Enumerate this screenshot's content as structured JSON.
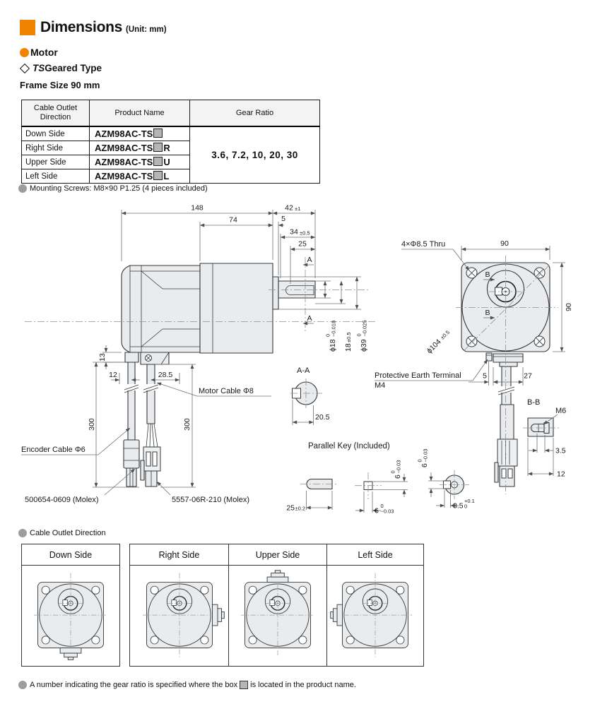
{
  "header": {
    "title": "Dimensions",
    "unit": "(Unit: mm)"
  },
  "section": {
    "motor": "Motor",
    "ts": "TS",
    "geared": "Geared Type",
    "frame_size": "Frame Size 90 mm"
  },
  "table": {
    "col_direction": "Cable Outlet Direction",
    "col_product": "Product Name",
    "col_gear": "Gear Ratio",
    "rows": [
      {
        "direction": "Down Side",
        "prefix": "AZM98AC-TS",
        "suffix": ""
      },
      {
        "direction": "Right Side",
        "prefix": "AZM98AC-TS",
        "suffix": "R"
      },
      {
        "direction": "Upper Side",
        "prefix": "AZM98AC-TS",
        "suffix": "U"
      },
      {
        "direction": "Left Side",
        "prefix": "AZM98AC-TS",
        "suffix": "L"
      }
    ],
    "gear_ratio": "3.6, 7.2, 10, 20, 30"
  },
  "notes": {
    "mounting": "Mounting Screws: M8×90 P1.25 (4 pieces included)",
    "footer_pre": "A number indicating the gear ratio is specified where the box",
    "footer_post": "is located in the product name."
  },
  "outlet": {
    "title": "Cable Outlet Direction",
    "panels": [
      {
        "label": "Down Side"
      },
      {
        "label": "Right Side"
      },
      {
        "label": "Upper Side"
      },
      {
        "label": "Left Side"
      }
    ]
  },
  "drawing": {
    "d148": "148",
    "d42": "42",
    "d42t": "±1",
    "d74": "74",
    "d5": "5",
    "d34": "34",
    "d34t": "±0.5",
    "d25": "25",
    "secA": "A",
    "p18": "ϕ18",
    "tol0": "0",
    "p18t": "−0.018",
    "d18": "18",
    "d18t": "±0.5",
    "p39": "ϕ39",
    "p39t": "−0.025",
    "d13": "13",
    "d12": "12",
    "d28": "28.5",
    "d300": "300",
    "motor_cable": "Motor Cable Φ8",
    "encoder_cable": "Encoder Cable Φ6",
    "molex_a": "500654-0609 (Molex)",
    "molex_b": "5557-06R-210 (Molex)",
    "thru": "4×Φ8.5 Thru",
    "d90": "90",
    "p104": "ϕ104",
    "p104t": "±0.5",
    "secB": "B",
    "earth1": "Protective Earth Terminal",
    "earth2": "M4",
    "d27": "27",
    "aa": "A-A",
    "d205": "20.5",
    "bb": "B-B",
    "m6": "M6",
    "d35": "3.5",
    "key_title": "Parallel Key (Included)",
    "k25": "25",
    "k25t": "±0.2",
    "k6": "6",
    "k6t": "−0.03",
    "k35": "3.5",
    "k35a": "+0.1"
  },
  "colors": {
    "accent": "#F08300",
    "part_fill": "#e9ebec",
    "box_gray": "#b5b5b5"
  }
}
